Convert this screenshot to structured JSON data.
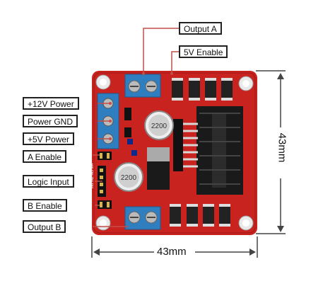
{
  "labels": {
    "output_a": "Output A",
    "five_v_enable": "5V Enable",
    "plus12v_power": "+12V Power",
    "power_gnd": "Power GND",
    "plus5v_power": "+5V Power",
    "a_enable": "A Enable",
    "logic_input": "Logic Input",
    "b_enable": "B Enable",
    "output_b": "Output B"
  },
  "dimensions": {
    "height": "43mm",
    "width": "43mm"
  },
  "board": {
    "cap_top_text": "2200",
    "cap_bottom_text": "2200",
    "header_text": "IN1 IN2 IN3 IN4"
  },
  "colors": {
    "board": "#c9231f",
    "terminal": "#2f7fc0",
    "line": "#c24f48",
    "heatsink": "#1a1a1a"
  }
}
